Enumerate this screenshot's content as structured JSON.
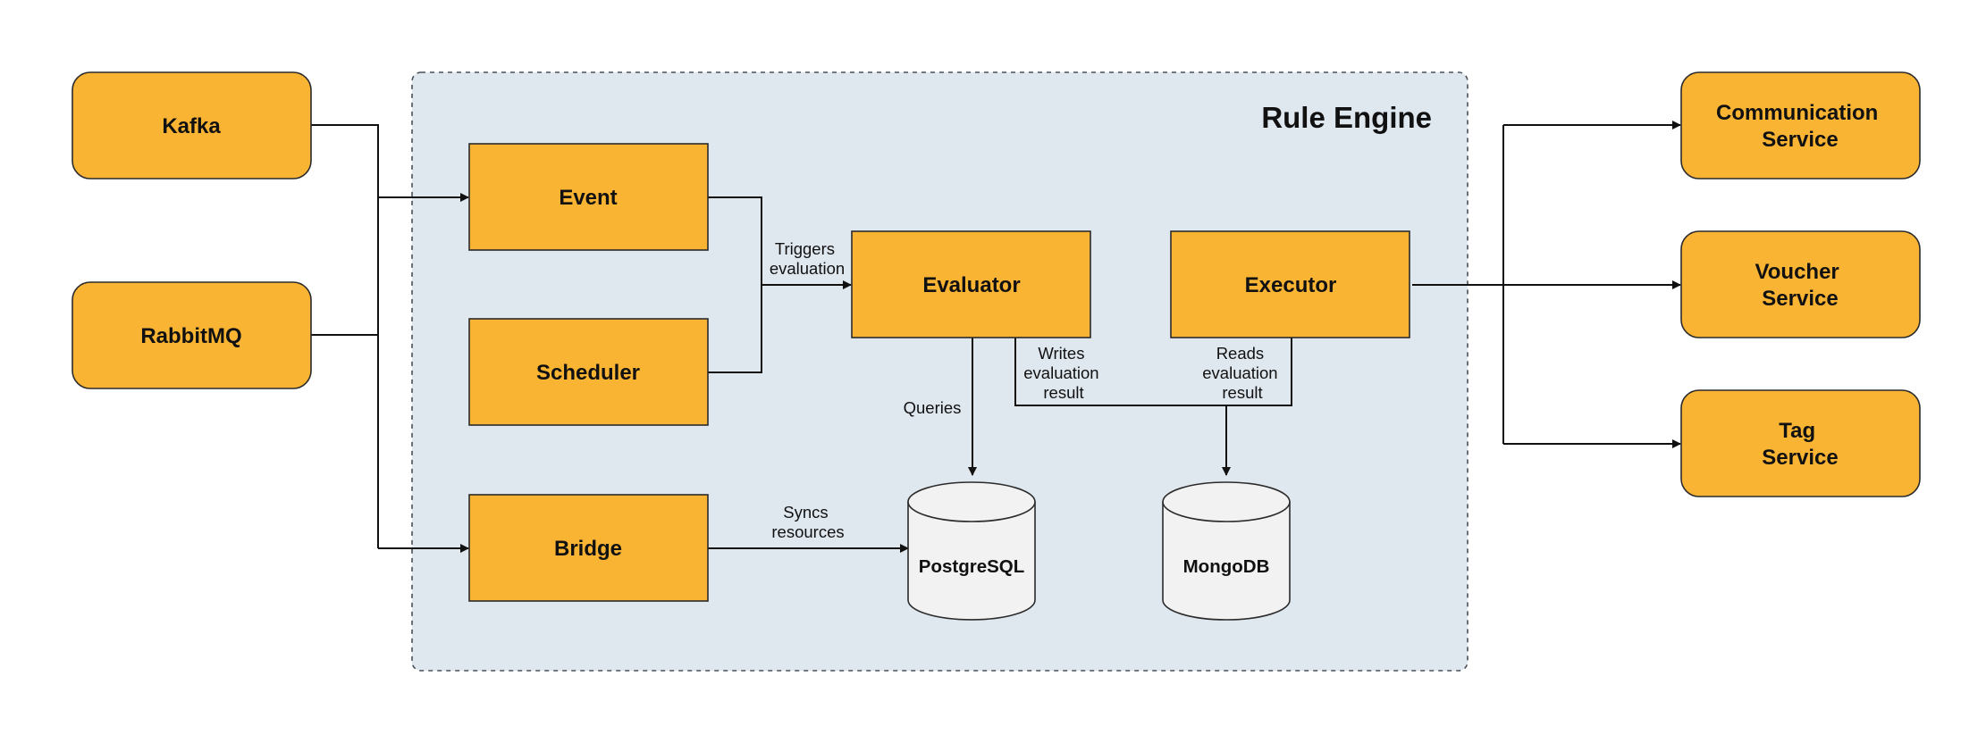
{
  "engine": {
    "title": "Rule Engine"
  },
  "sources": {
    "kafka": "Kafka",
    "rabbitmq": "RabbitMQ"
  },
  "components": {
    "event": "Event",
    "scheduler": "Scheduler",
    "bridge": "Bridge",
    "evaluator": "Evaluator",
    "executor": "Executor"
  },
  "databases": {
    "postgresql": "PostgreSQL",
    "mongodb": "MongoDB"
  },
  "services": {
    "communication": {
      "line1": "Communication",
      "line2": "Service"
    },
    "voucher": {
      "line1": "Voucher",
      "line2": "Service"
    },
    "tag": {
      "line1": "Tag",
      "line2": "Service"
    }
  },
  "edge_labels": {
    "triggers": {
      "line1": "Triggers",
      "line2": "evaluation"
    },
    "queries": "Queries",
    "writes": {
      "line1": "Writes",
      "line2": "evaluation",
      "line3": "result"
    },
    "reads": {
      "line1": "Reads",
      "line2": "evaluation",
      "line3": "result"
    },
    "syncs": {
      "line1": "Syncs",
      "line2": "resources"
    }
  },
  "colors": {
    "node_fill": "#f9b433",
    "engine_background": "#dfe7ef",
    "database_fill": "#f2f2f2",
    "line": "#111111"
  }
}
